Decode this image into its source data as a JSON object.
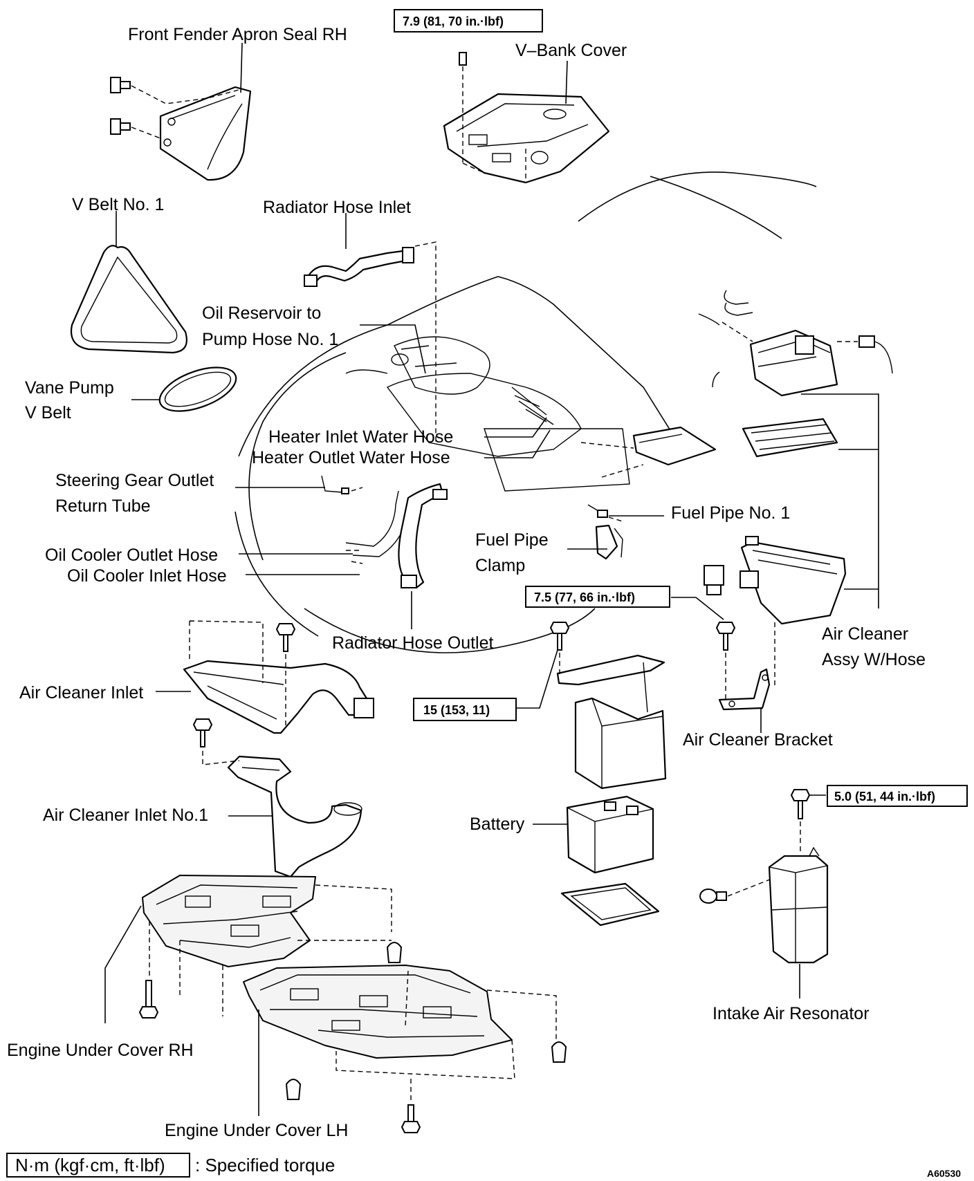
{
  "labels": {
    "front_fender_apron_seal_rh": "Front Fender Apron Seal RH",
    "v_bank_cover": "V–Bank Cover",
    "v_belt_no1": "V Belt No. 1",
    "radiator_hose_inlet": "Radiator Hose Inlet",
    "oil_reservoir_line1": "Oil Reservoir to",
    "oil_reservoir_line2": "Pump Hose No. 1",
    "vane_pump_line1": "Vane Pump",
    "vane_pump_line2": "V Belt",
    "heater_inlet_water_hose": "Heater Inlet Water Hose",
    "heater_outlet_water_hose": "Heater Outlet Water Hose",
    "steering_gear_line1": "Steering Gear Outlet",
    "steering_gear_line2": "Return Tube",
    "fuel_pipe_no1": "Fuel Pipe No. 1",
    "fuel_pipe_clamp_line1": "Fuel Pipe",
    "fuel_pipe_clamp_line2": "Clamp",
    "oil_cooler_outlet_hose": "Oil Cooler Outlet Hose",
    "oil_cooler_inlet_hose": "Oil Cooler Inlet Hose",
    "radiator_hose_outlet": "Radiator Hose Outlet",
    "air_cleaner_assy_line1": "Air Cleaner",
    "air_cleaner_assy_line2": "Assy W/Hose",
    "air_cleaner_inlet": "Air Cleaner Inlet",
    "air_cleaner_bracket": "Air Cleaner Bracket",
    "air_cleaner_inlet_no1": "Air Cleaner Inlet No.1",
    "battery": "Battery",
    "intake_air_resonator": "Intake Air Resonator",
    "engine_under_cover_rh": "Engine Under Cover RH",
    "engine_under_cover_lh": "Engine Under Cover LH"
  },
  "torques": {
    "v_bank_cover": "7.9 (81, 70 in.·lbf)",
    "air_cleaner_bracket": "7.5 (77, 66 in.·lbf)",
    "battery_clamp": "15 (153, 11)",
    "intake_resonator": "5.0 (51, 44 in.·lbf)"
  },
  "legend": {
    "unit_box": "N·m (kgf·cm, ft·lbf)",
    "text": ": Specified torque"
  },
  "figure_code": "A60530"
}
